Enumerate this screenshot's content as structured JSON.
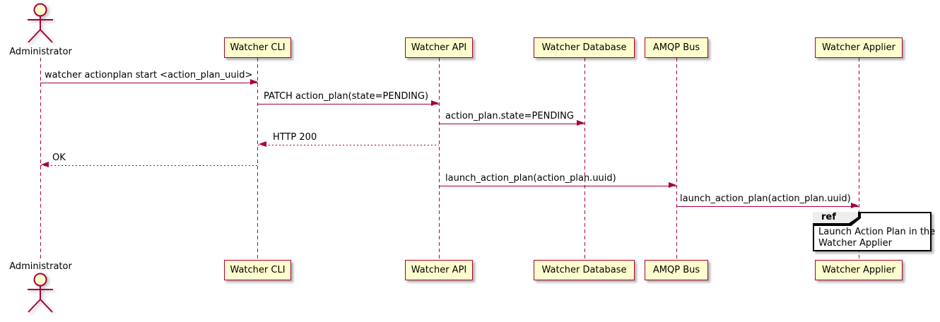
{
  "diagram": {
    "type": "sequence",
    "actor": {
      "label": "Administrator"
    },
    "participants": [
      {
        "label": "Watcher CLI"
      },
      {
        "label": "Watcher API"
      },
      {
        "label": "Watcher Database"
      },
      {
        "label": "AMQP Bus"
      },
      {
        "label": "Watcher Applier"
      }
    ],
    "messages": [
      {
        "from": "Administrator",
        "to": "Watcher CLI",
        "label": "watcher actionplan start <action_plan_uuid>",
        "line": "solid"
      },
      {
        "from": "Watcher CLI",
        "to": "Watcher API",
        "label": "PATCH action_plan(state=PENDING)",
        "line": "solid"
      },
      {
        "from": "Watcher API",
        "to": "Watcher Database",
        "label": "action_plan.state=PENDING",
        "line": "solid"
      },
      {
        "from": "Watcher API",
        "to": "Watcher CLI",
        "label": "HTTP 200",
        "line": "dashed"
      },
      {
        "from": "Watcher CLI",
        "to": "Administrator",
        "label": "OK",
        "line": "dashed"
      },
      {
        "from": "Watcher API",
        "to": "AMQP Bus",
        "label": "launch_action_plan(action_plan.uuid)",
        "line": "solid"
      },
      {
        "from": "AMQP Bus",
        "to": "Watcher Applier",
        "label": "launch_action_plan(action_plan.uuid)",
        "line": "solid"
      }
    ],
    "ref": {
      "keyword": "ref",
      "over": "Watcher Applier",
      "lines": [
        "Launch Action Plan in the",
        "Watcher Applier"
      ]
    },
    "colors": {
      "line": "#A80036",
      "participant-fill": "#FEFECE",
      "participant-border": "#A80036",
      "text": "#000000",
      "ref-border": "#000000",
      "ref-fill": "#FFFFFF",
      "ref-header-fill": "#EEEEEE"
    }
  }
}
